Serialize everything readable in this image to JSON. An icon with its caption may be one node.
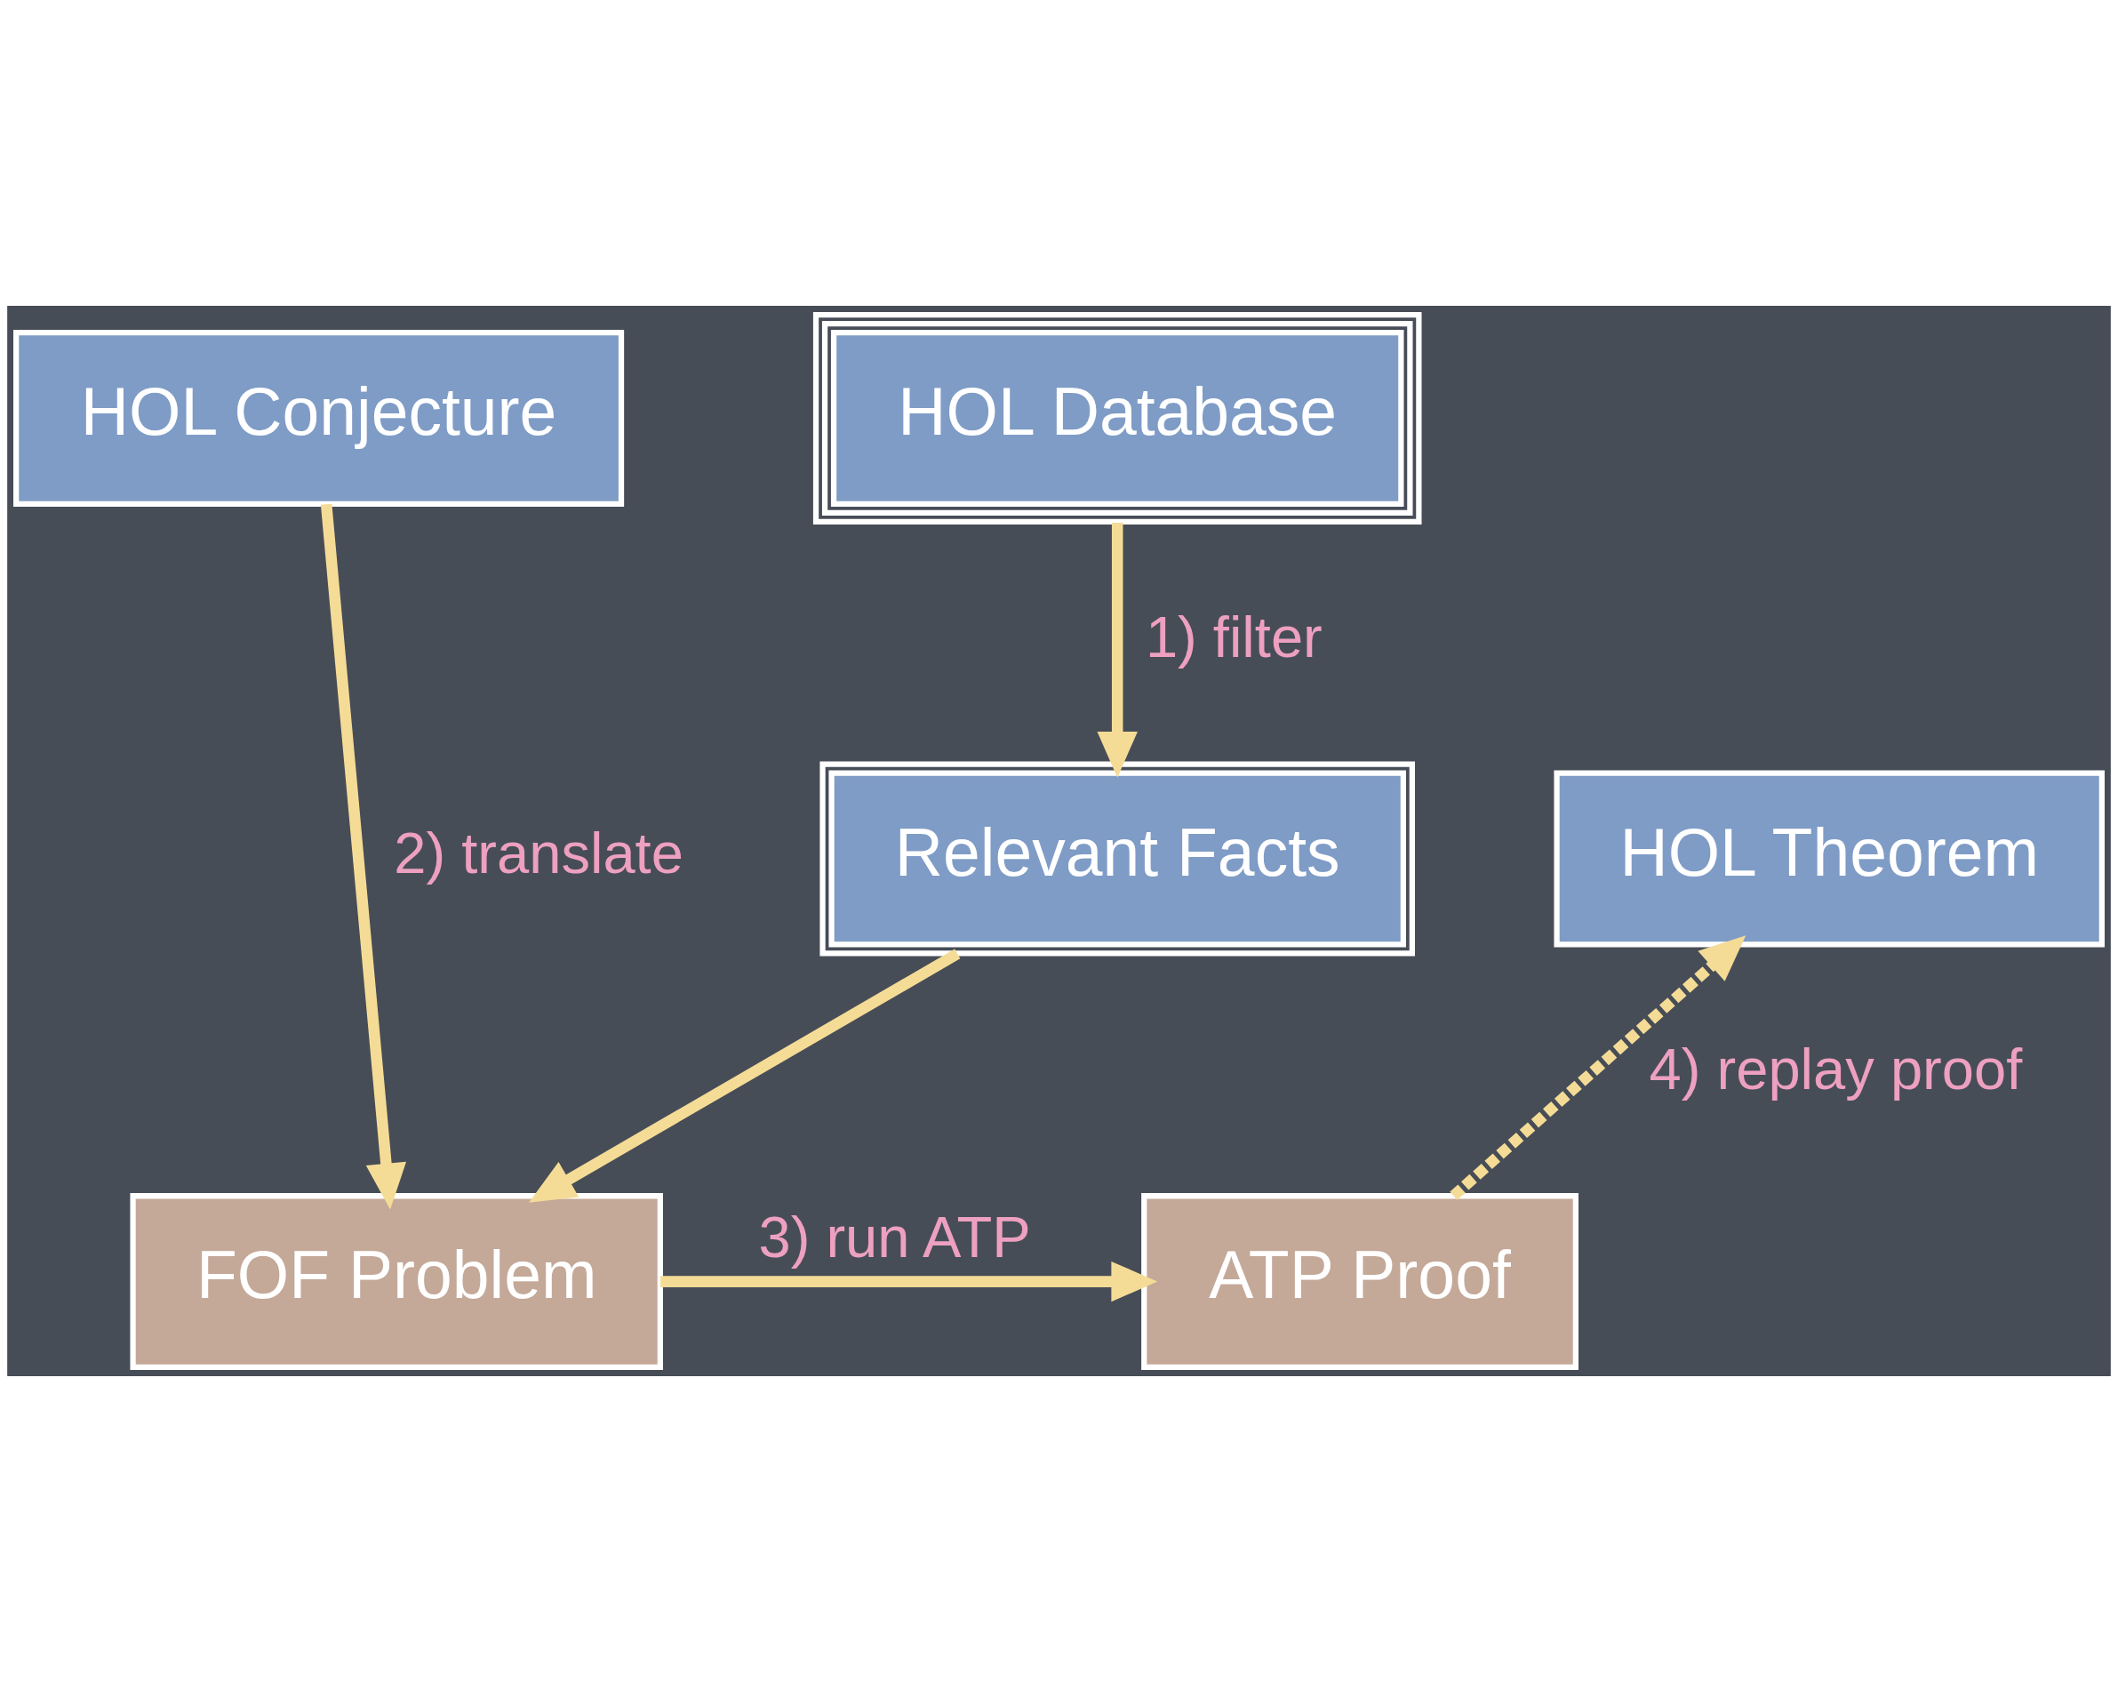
{
  "diagram": {
    "nodes": [
      {
        "text": [
          "HOL Conjecture"
        ]
      },
      {
        "text": [
          "HOL Database"
        ]
      },
      {
        "text": [
          "HOL Theorem"
        ]
      },
      {
        "text": [
          "Relevant Facts"
        ]
      },
      {
        "text": [
          "FOF Problem"
        ]
      },
      {
        "text": [
          "ATP Proof"
        ]
      }
    ],
    "edges": [
      {
        "from": 1,
        "to": 3,
        "arrow": "to",
        "label": "1) filter"
      },
      {
        "from": 0,
        "to": 4,
        "arrow": "to",
        "label": "2) translate"
      },
      {
        "from": 3,
        "to": 4,
        "arrow": "to"
      },
      {
        "from": 4,
        "to": 5,
        "arrow": "to",
        "label": "3) run ATP"
      },
      {
        "from": 5,
        "to": 2,
        "arrow": "to",
        "label": "4) replay proof",
        "style": "dashed"
      }
    ]
  }
}
